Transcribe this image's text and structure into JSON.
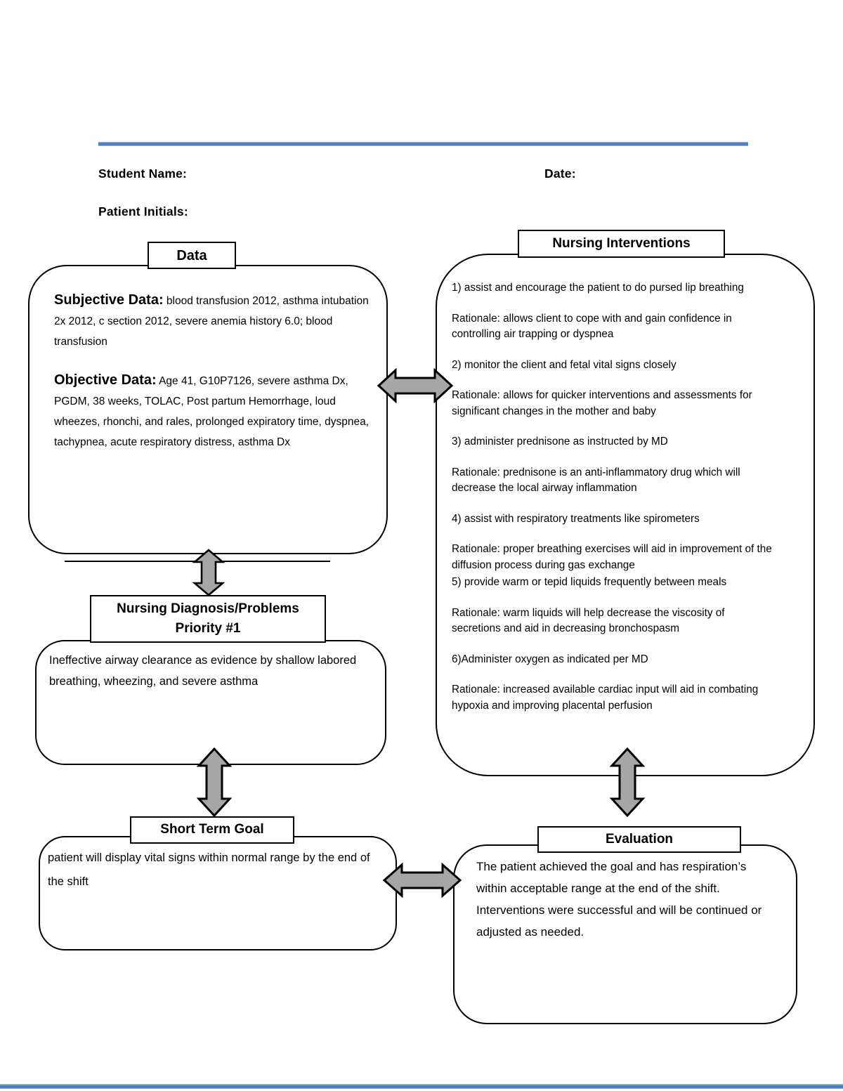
{
  "page": {
    "student_name_label": "Student Name:",
    "date_label": "Date:",
    "patient_initials_label": "Patient Initials:"
  },
  "data_box": {
    "title": "Data",
    "subjective_label": "Subjective Data:",
    "subjective_text": "blood transfusion 2012, asthma intubation 2x 2012, c section 2012, severe anemia history 6.0; blood transfusion",
    "objective_label": "Objective Data:",
    "objective_text": "Age 41, G10P7126, severe asthma Dx, PGDM, 38 weeks, TOLAC, Post partum Hemorrhage, loud wheezes, rhonchi, and rales, prolonged expiratory time, dyspnea, tachypnea, acute respiratory distress, asthma Dx"
  },
  "interventions_box": {
    "title": "Nursing Interventions",
    "items": [
      "1) assist and encourage the patient to do pursed lip breathing",
      "Rationale: allows client to cope with and gain confidence in controlling air trapping or dyspnea",
      "2) monitor the client and fetal vital signs closely",
      "Rationale: allows for quicker interventions and assessments for significant changes in the mother and baby",
      "3) administer prednisone as instructed by MD",
      "Rationale: prednisone is an anti-inflammatory drug which will decrease the local airway inflammation",
      "4) assist with respiratory treatments like spirometers",
      "Rationale: proper breathing exercises will aid in improvement of the diffusion process during gas exchange",
      "5) provide warm or tepid liquids frequently between meals",
      "Rationale: warm liquids will help decrease the viscosity of secretions and aid in decreasing bronchospasm",
      "6)Administer oxygen as indicated per MD",
      "Rationale: increased available cardiac input will aid in combating hypoxia and improving placental perfusion"
    ]
  },
  "diagnosis_box": {
    "title_line1": "Nursing Diagnosis/Problems",
    "title_line2": "Priority #1",
    "text": "Ineffective airway clearance as evidence by shallow labored breathing, wheezing, and severe asthma"
  },
  "goal_box": {
    "title": "Short Term Goal",
    "text": "patient will display vital signs within normal range by the end of the shift"
  },
  "evaluation_box": {
    "title": "Evaluation",
    "text": "The patient achieved the goal and has respiration’s within acceptable range at the end of the shift. Interventions were successful and will be continued or adjusted as needed."
  },
  "colors": {
    "accent_line": "#4a7ebc",
    "arrow_fill": "#a6a6a6",
    "arrow_outline": "#000000",
    "box_border": "#000000",
    "background": "#ffffff"
  }
}
